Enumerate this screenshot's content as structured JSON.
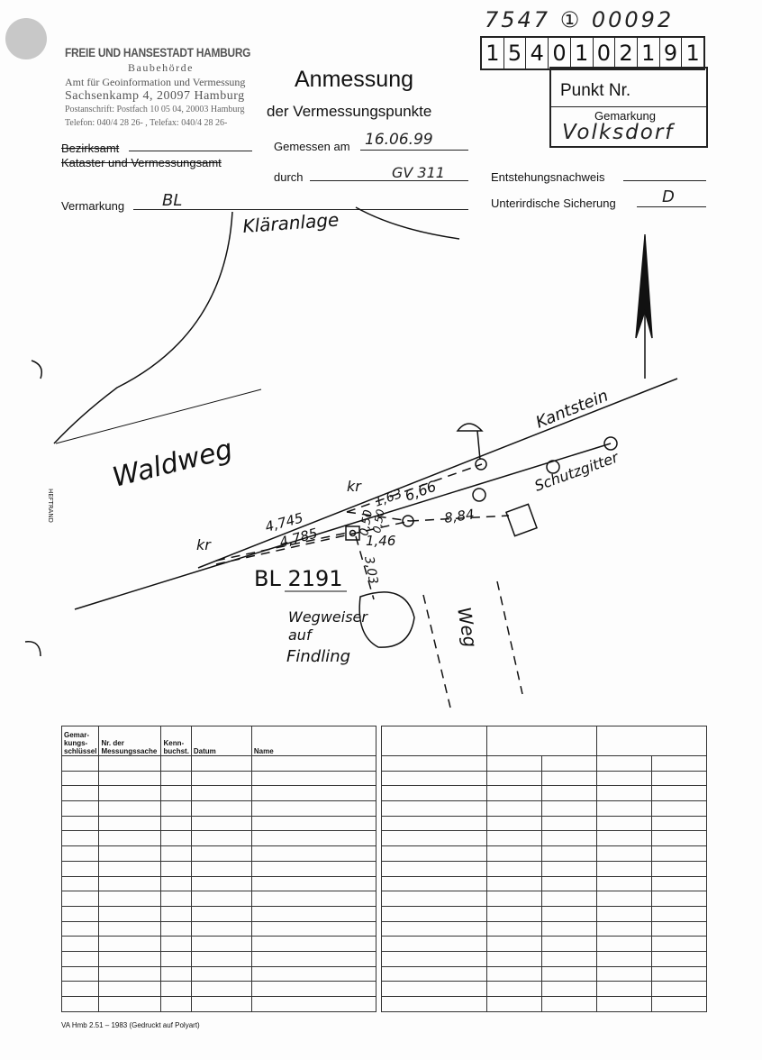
{
  "header": {
    "org_line1": "FREIE UND HANSESTADT HAMBURG",
    "org_line2": "Baubehörde",
    "org_line3": "Amt für Geoinformation und Vermessung",
    "org_line4": "Sachsenkamp 4, 20097 Hamburg",
    "org_line5": "Postanschrift: Postfach 10 05 04, 20003 Hamburg",
    "org_line6": "Telefon: 040/4 28 26-        , Telefax: 040/4 28 26-",
    "title": "Anmessung",
    "subtitle": "der Vermessungspunkte",
    "handwritten_id": "7547 ① 00092",
    "point_digits": [
      "1",
      "5",
      "4",
      "0",
      "1",
      "0",
      "2",
      "1",
      "9",
      "1"
    ],
    "punkt_label": "Punkt Nr.",
    "gemarkung_label": "Gemarkung",
    "gemarkung_value": "Volksdorf"
  },
  "form": {
    "bezirksamt": "Bezirksamt",
    "kataster": "Kataster und Vermessungsamt",
    "gemessen_label": "Gemessen am",
    "gemessen_value": "16.06.99",
    "durch_label": "durch",
    "durch_value": "GV 311",
    "entstehung_label": "Entstehungsnachweis",
    "vermarkung_label": "Vermarkung",
    "vermarkung_value": "BL",
    "sicherung_label": "Unterirdische Sicherung",
    "sicherung_value": "D"
  },
  "sketch": {
    "klaeranlage": "Kläranlage",
    "waldweg": "Waldweg",
    "kantstein": "Kantstein",
    "schutzgitter": "Schutzgitter",
    "kr1": "kr",
    "kr2": "kr",
    "m1": "4,745",
    "m2": "4,785",
    "m3": "1,63",
    "m4": "6,66",
    "m5": "0,50",
    "m6": "0,50",
    "m7": "1,46",
    "m8": "8,84",
    "m9": "3,03",
    "point": "BL 2191",
    "wegweiser1": "Wegweiser",
    "wegweiser2": "auf",
    "wegweiser3": "Findling",
    "weg": "Weg",
    "heftrand": "HEFTRAND"
  },
  "table": {
    "headers": [
      "Gemar-kungs-schlüssel",
      "Nr. der Messungssache",
      "Kenn-buchst.",
      "Datum",
      "Name"
    ]
  },
  "footer": "VA Hmb 2.51 – 1983 (Gedruckt auf Polyart)"
}
